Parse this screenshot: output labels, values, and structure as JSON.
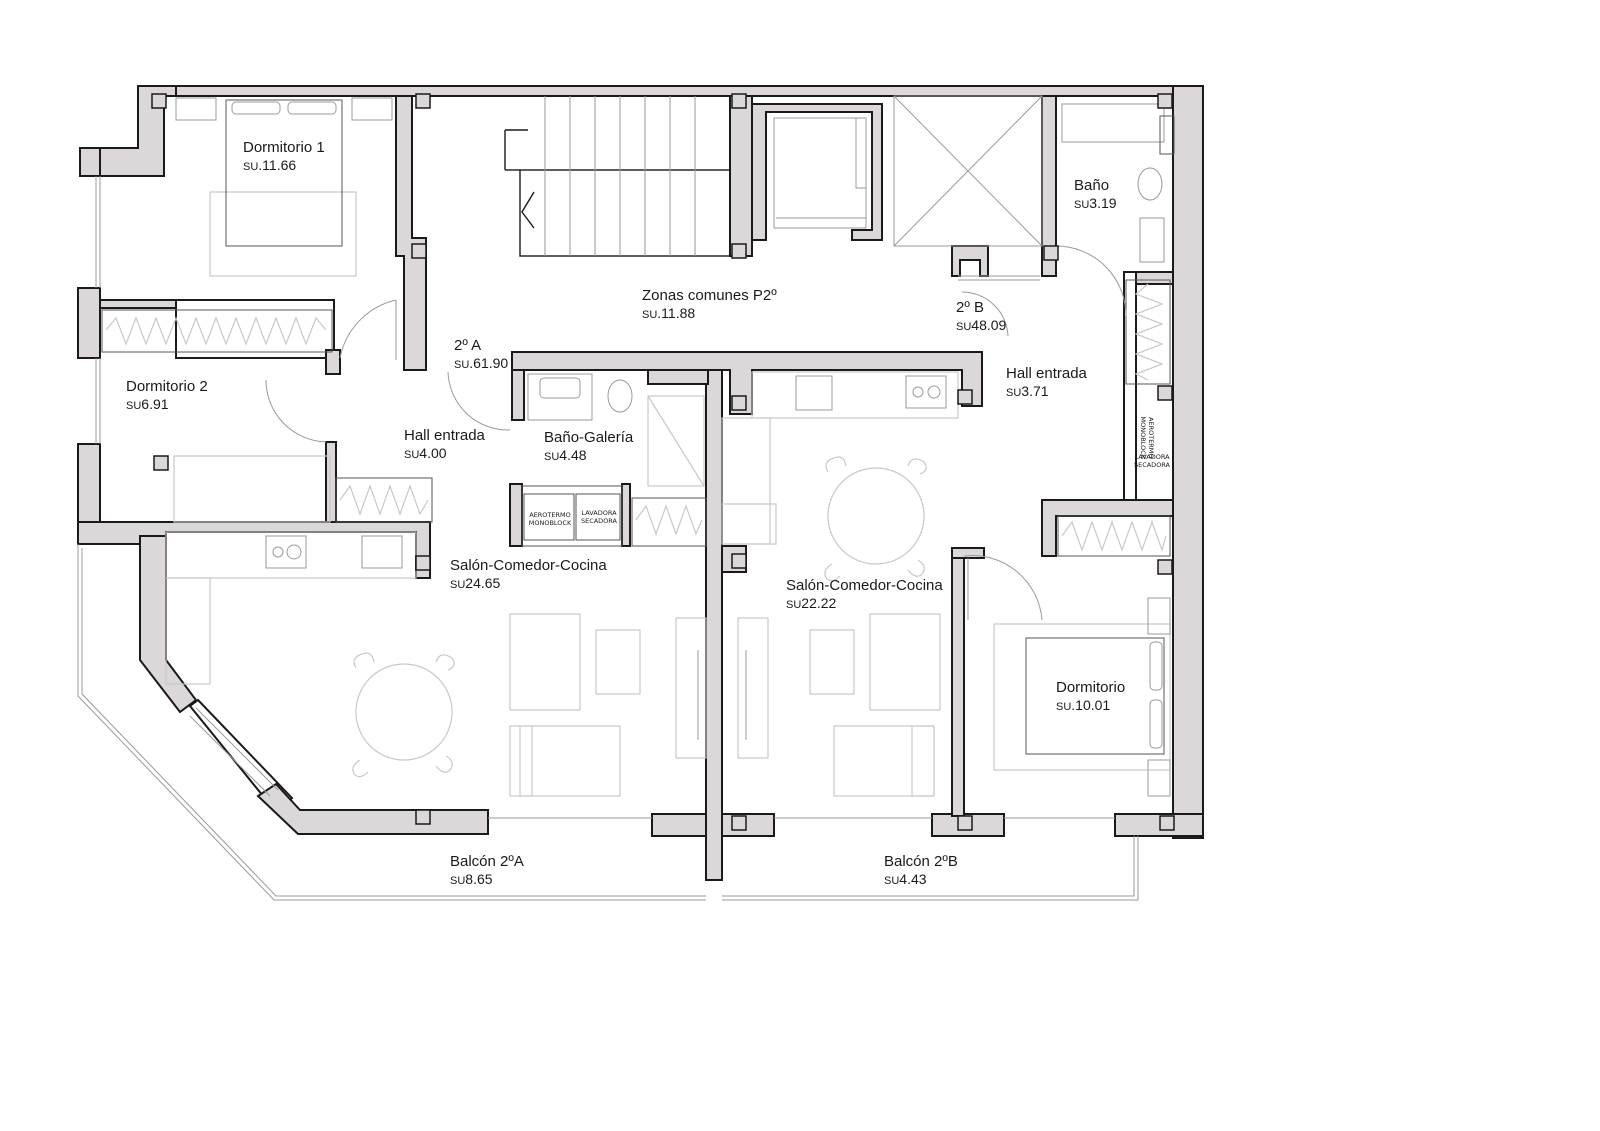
{
  "rooms": {
    "dormitorio1": {
      "name": "Dormitorio 1",
      "area_prefix": "SU",
      "area": ".11.66"
    },
    "zonas_comunes": {
      "name": "Zonas comunes P2º",
      "area_prefix": "SU",
      "area": ".11.88"
    },
    "bano_b": {
      "name": "Baño",
      "area_prefix": "SU",
      "area": "3.19"
    },
    "unit_b": {
      "name": "2º B",
      "area_prefix": "SU",
      "area": "48.09"
    },
    "unit_a": {
      "name": "2º A",
      "area_prefix": "SU",
      "area": ".61.90"
    },
    "hall_b": {
      "name": "Hall entrada",
      "area_prefix": "SU",
      "area": "3.71"
    },
    "dormitorio2": {
      "name": "Dormitorio 2",
      "area_prefix": "SU",
      "area": "6.91"
    },
    "hall_a": {
      "name": "Hall entrada",
      "area_prefix": "SU",
      "area": "4.00"
    },
    "bano_galeria": {
      "name": "Baño-Galería",
      "area_prefix": "SU",
      "area": "4.48"
    },
    "salon_a": {
      "name": "Salón-Comedor-Cocina",
      "area_prefix": "SU",
      "area": "24.65"
    },
    "salon_b": {
      "name": "Salón-Comedor-Cocina",
      "area_prefix": "SU",
      "area": "22.22"
    },
    "dormitorio_b": {
      "name": "Dormitorio",
      "area_prefix": "SU",
      "area": ".10.01"
    },
    "balcon_a": {
      "name": "Balcón 2ºA",
      "area_prefix": "SU",
      "area": "8.65"
    },
    "balcon_b": {
      "name": "Balcón 2ºB",
      "area_prefix": "SU",
      "area": "4.43"
    }
  },
  "appliances": {
    "aerotermo_a": "AEROTERMO MONOBLOCK",
    "lavadora_a": "LAVADORA SECADORA",
    "aerotermo_b": "AEROTERMO MONOBLOCK",
    "lavadora_b": "LAVADORA SECADORA"
  }
}
